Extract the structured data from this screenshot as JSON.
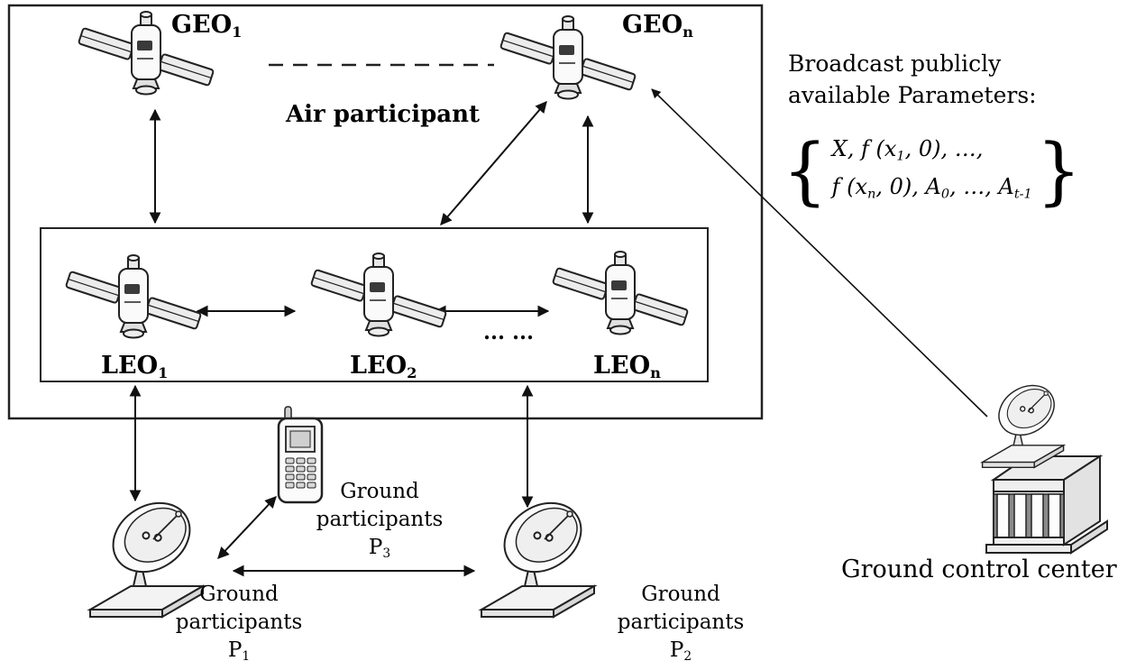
{
  "colors": {
    "line": "#111111",
    "background": "#ffffff"
  },
  "labels": {
    "geo1": {
      "base": "GEO",
      "sub": "1"
    },
    "geon": {
      "base": "GEO",
      "sub": "n"
    },
    "air_participant": "Air participant",
    "leo1": {
      "base": "LEO",
      "sub": "1"
    },
    "leo2": {
      "base": "LEO",
      "sub": "2"
    },
    "leon": {
      "base": "LEO",
      "sub": "n"
    },
    "leo_dots": "... ...",
    "p1": {
      "line1": "Ground",
      "line2": "participants P",
      "sub": "1"
    },
    "p2": {
      "line1": "Ground",
      "line2": "participants P",
      "sub": "2"
    },
    "p3": {
      "line1": "Ground",
      "line2": "participants P",
      "sub": "3"
    },
    "ground_control": "Ground control center"
  },
  "broadcast": {
    "line1": "Broadcast publicly",
    "line2": "available Parameters:",
    "formula": {
      "brace_open": "{",
      "brace_close": "}",
      "l1_a": "X, f (x",
      "l1_s1": "1",
      "l1_b": ", 0), …,",
      "l2_a": "f (x",
      "l2_s1": "n",
      "l2_b": ", 0), A",
      "l2_s2": "0",
      "l2_c": ", …, A",
      "l2_s3": "t-1"
    }
  }
}
